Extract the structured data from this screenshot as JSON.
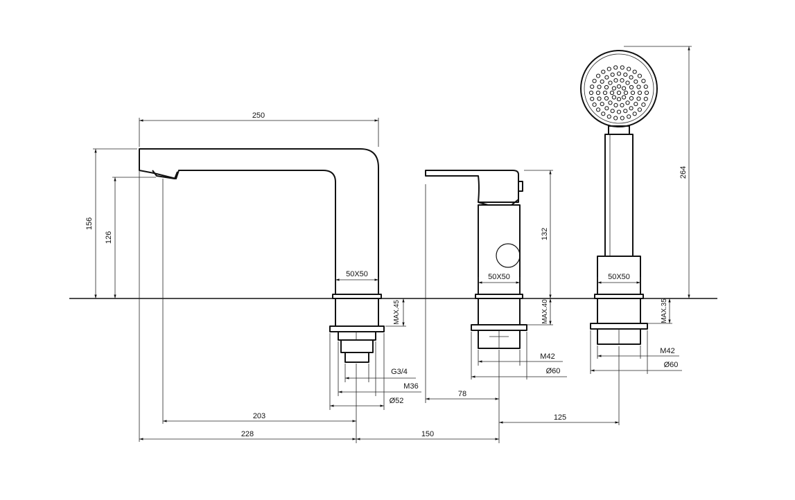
{
  "dimensions": {
    "spout_length": "250",
    "spout_height_total": "156",
    "spout_outlet_height": "126",
    "spout_base": "50X50",
    "spout_max_deck": "MAX.45",
    "spout_thread": "G3/4",
    "spout_nut": "M36",
    "spout_flange": "Ø52",
    "spout_reach": "203",
    "spout_to_mixer": "228",
    "spout_mixer_spacing": "150",
    "mixer_height": "132",
    "mixer_base": "50X50",
    "mixer_max_deck": "MAX.40",
    "mixer_nut": "M42",
    "mixer_flange": "Ø60",
    "mixer_lever_reach": "78",
    "mixer_shower_spacing": "125",
    "shower_height": "264",
    "shower_base": "50X50",
    "shower_max_deck": "MAX.35",
    "shower_nut": "M42",
    "shower_flange": "Ø60"
  }
}
